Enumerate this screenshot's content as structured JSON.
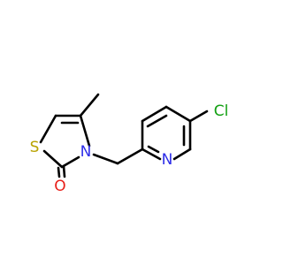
{
  "colors": {
    "background": "#FFFFFF",
    "bond": "#000000",
    "sulfur": "#B8A200",
    "nitrogen": "#2F2FE8",
    "oxygen": "#E8201A",
    "chlorine": "#12A012"
  },
  "atoms": {
    "s": "S",
    "n_ring": "N",
    "o": "O",
    "n_pyridine": "N",
    "cl": "Cl"
  }
}
